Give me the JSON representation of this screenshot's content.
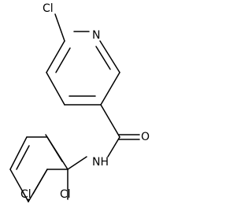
{
  "molecule": {
    "atom_labels": {
      "cl_top": "Cl",
      "n_ring": "N",
      "o_carbonyl": "O",
      "nh": "NH",
      "cl_bottom_left": "Cl",
      "cl_bottom_right": "Cl"
    }
  },
  "colors": {
    "bond": "#000000",
    "label": "#000000",
    "background": "#ffffff"
  }
}
